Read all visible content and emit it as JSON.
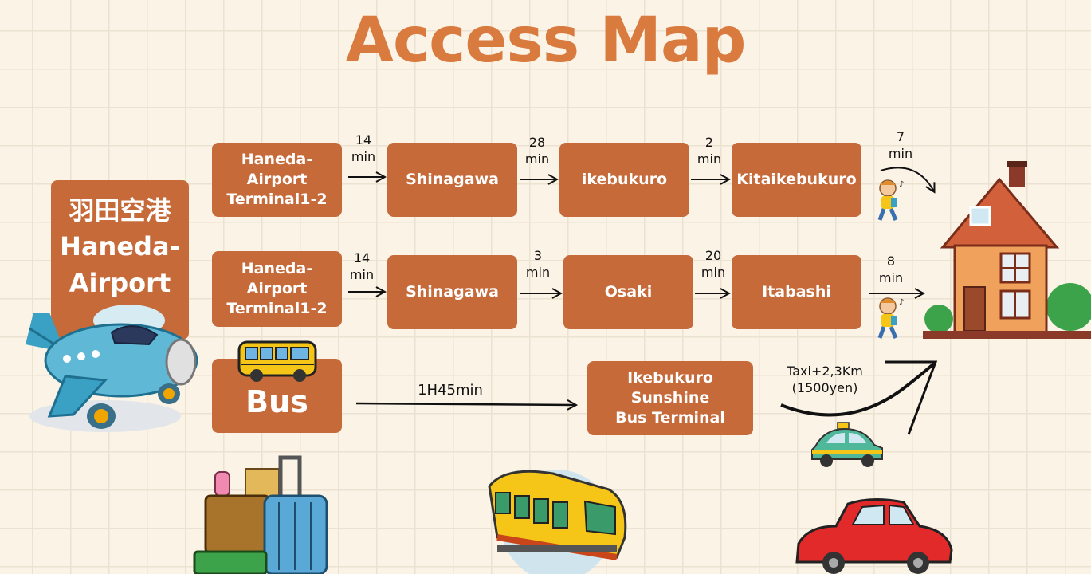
{
  "title": "Access Map",
  "origin": {
    "kanji": "羽田空港",
    "line1": "Haneda-",
    "line2": "Airport"
  },
  "route1": {
    "stations": [
      {
        "line1": "Haneda-Airport",
        "line2": "Terminal1-2"
      },
      {
        "line1": "Shinagawa",
        "line2": ""
      },
      {
        "line1": "ikebukuro",
        "line2": ""
      },
      {
        "line1": "Kitaikebukuro",
        "line2": ""
      }
    ],
    "legs": [
      {
        "value": "14",
        "unit": "min"
      },
      {
        "value": "28",
        "unit": "min"
      },
      {
        "value": "2",
        "unit": "min"
      },
      {
        "value": "7",
        "unit": "min"
      }
    ]
  },
  "route2": {
    "stations": [
      {
        "line1": "Haneda-Airport",
        "line2": "Terminal1-2"
      },
      {
        "line1": "Shinagawa",
        "line2": ""
      },
      {
        "line1": "Osaki",
        "line2": ""
      },
      {
        "line1": "Itabashi",
        "line2": ""
      }
    ],
    "legs": [
      {
        "value": "14",
        "unit": "min"
      },
      {
        "value": "3",
        "unit": "min"
      },
      {
        "value": "20",
        "unit": "min"
      },
      {
        "value": "8",
        "unit": "min"
      }
    ]
  },
  "route3": {
    "start": "Bus",
    "duration": "1H45min",
    "terminal": {
      "line1": "Ikebukuro Sunshine",
      "line2": "Bus Terminal"
    },
    "taxi": {
      "line1": "Taxi+2,3Km",
      "line2": "(1500yen)"
    }
  },
  "icons": [
    "airplane-icon",
    "bus-icon",
    "house-icon",
    "walking-child-icon",
    "taxi-icon",
    "red-car-icon",
    "luggage-icon",
    "train-icon"
  ],
  "colors": {
    "title": "#d97a3f",
    "box": "#c66a3a",
    "background": "#fbf3e6",
    "grid": "#ece2d2"
  }
}
